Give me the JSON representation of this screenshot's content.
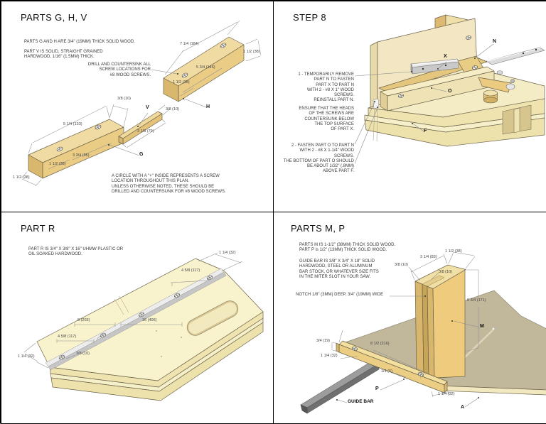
{
  "colors": {
    "wood_top": "#F0DCA2",
    "wood_front": "#EACC84",
    "wood_side": "#D9B76C",
    "pale_top": "#F8F3CD",
    "pale_front": "#EFE4B0",
    "table_gray": "#C1B79B",
    "aluminum": "#DCDCDC",
    "guide_bar": "#707070",
    "strip_gray": "#C6C6C6"
  },
  "q1": {
    "title": "PARTS G, H, V",
    "note_gh": "PARTS G AND H ARE 3/4\" (19MM) THICK SOLID WOOD.",
    "note_v": [
      "PART V IS SOLID, STRAIGHT GRAINED",
      "HARDWOOD, 1/16\" (1.5MM) THICK."
    ],
    "note_drill": [
      "DRILL AND COUNTERSINK ALL",
      "SCREW LOCATIONS FOR",
      "#8 WOOD SCREWS."
    ],
    "note_circle": [
      "A CIRCLE WITH A \"+\" INSIDE REPRESENTS A SCREW",
      "LOCATION THROUGHOUT THIS PLAN.",
      "UNLESS OTHERWISE NOTED, THESE SHOULD BE",
      "DRILLED AND COUNTERSUNK FOR #8 WOOD SCREWS."
    ],
    "labels": {
      "g": "G",
      "h": "H",
      "v": "V"
    },
    "dims": {
      "h_len": "7 1/4 (184)",
      "h_end": "1 1/2 (38)",
      "h_screw_right": "5 3/4 (146)",
      "h_screw_left": "1 1/2 (38)",
      "v_w1": "3/8 (10)",
      "v_w2": "3/8 (10)",
      "v_len": "3 1/8 (79)",
      "g_len": "5 1/4 (133)",
      "g_screw_right": "3 3/4 (95)",
      "g_screw_left": "1 1/2 (38)",
      "g_end": "1 1/2 (38)"
    }
  },
  "q2": {
    "title": "STEP 8",
    "step1": [
      "1 - TEMPORARILY REMOVE",
      "PART N TO FASTEN",
      "PART X TO PART N",
      "WITH 2 - #8 X 1\" WOOD",
      "SCREWS.",
      "REINSTALL PART N."
    ],
    "ensure": [
      "ENSURE THAT THE HEADS",
      "OF THE SCREWS ARE",
      "COUNTERSUNK BELOW",
      "THE TOP SURFACE",
      "OF PART X."
    ],
    "step2": [
      "2 - FASTEN PART O TO PART N",
      "WITH 2 - #8 X 1-1/4\" WOOD",
      "SCREWS.",
      "THE BOTTOM OF PART O SHOULD",
      "BE ABOUT 1/32\" (.8MM)",
      "ABOVE PART F."
    ],
    "labels": {
      "n": "N",
      "x": "X",
      "o": "O",
      "f": "F"
    }
  },
  "q3": {
    "title": "PART R",
    "note": [
      "PART R IS 3/4\" X 3/8\" X 16\" UHMW PLASTIC OR",
      "OIL SOAKED HARDWOOD."
    ],
    "dims": {
      "offset_tr": "1 1/4 (32)",
      "screw_tr": "4 5/8 (117)",
      "kerf": "8 (203)",
      "len": "16 (406)",
      "screw_bl": "4 5/8 (117)",
      "width": "3/8 (10)",
      "offset_bl": "1 1/4 (32)"
    }
  },
  "q4": {
    "title": "PARTS M, P",
    "note_mp": [
      "PARTS M IS 1-1/2\" (38MM) THICK SOLID WOOD.",
      "PART P is 1/2\" (13MM) THICK SOLID WOOD."
    ],
    "note_bar": [
      "GUIDE BAR IS 3/8\" X 3/4\" X 18\" SOLID",
      "HARDWOOD, STEEL OR ALUMINUM",
      "BAR STOCK, OR WHATEVER SIZE FITS",
      "IN THE MITER SLOT IN YOUR SAW."
    ],
    "note_notch": "NOTCH 1/8\" (3MM)  DEEP, 3/4\" (19MM) WIDE",
    "labels": {
      "m": "M",
      "p": "P",
      "a": "A",
      "guide_bar": "GUIDE BAR"
    },
    "dims": {
      "m_depth": "3 1/4 (83)",
      "m_thick": "1 1/2 (38)",
      "notch_l": "3/8 (10)",
      "notch_r": "3/8 (10)",
      "m_height": "6 3/4 (171)",
      "p_thick": "3/4 (19)",
      "p_screw": "8 1/2 (216)",
      "p_screw_offset": "1 1/4 (32)",
      "edge_gap": "1/4 (6)",
      "p_offset": "1 1/4 (32)"
    }
  }
}
